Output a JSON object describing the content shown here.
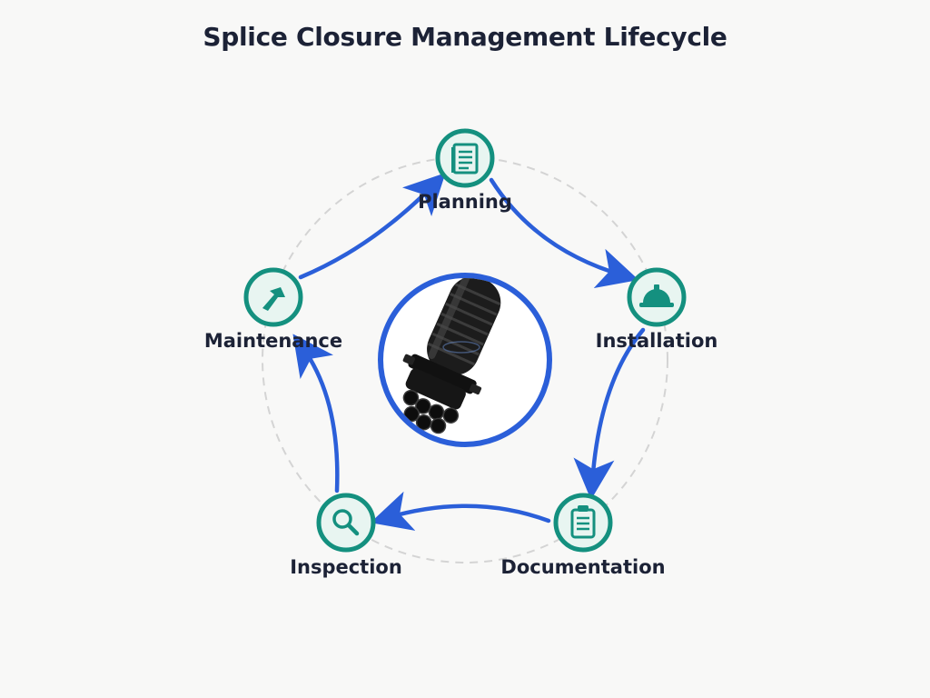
{
  "title": "Splice Closure Management Lifecycle",
  "colors": {
    "accent": "#2b5fd9",
    "node_stroke": "#14907f",
    "node_fill": "#e8f5f1",
    "icon": "#14907f",
    "text": "#1c2236",
    "dashed_ring": "#d4d4d4"
  },
  "center": {
    "image": "fiber-optic-splice-closure-image"
  },
  "stages": [
    {
      "id": "planning",
      "label": "Planning",
      "icon": "document-icon"
    },
    {
      "id": "installation",
      "label": "Installation",
      "icon": "hard-hat-icon"
    },
    {
      "id": "documentation",
      "label": "Documentation",
      "icon": "clipboard-icon"
    },
    {
      "id": "inspection",
      "label": "Inspection",
      "icon": "magnifier-icon"
    },
    {
      "id": "maintenance",
      "label": "Maintenance",
      "icon": "wrench-icon"
    }
  ],
  "flow": [
    {
      "from": "planning",
      "to": "installation"
    },
    {
      "from": "installation",
      "to": "documentation"
    },
    {
      "from": "documentation",
      "to": "inspection"
    },
    {
      "from": "inspection",
      "to": "maintenance"
    },
    {
      "from": "maintenance",
      "to": "planning"
    }
  ]
}
